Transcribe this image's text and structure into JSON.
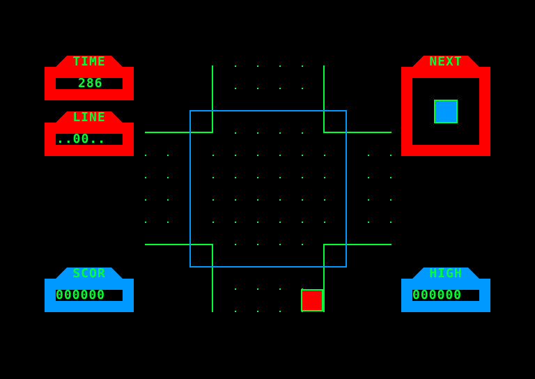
{
  "colors": {
    "background": "#000000",
    "red": "#ff0000",
    "blue": "#0099ff",
    "green": "#00ff33"
  },
  "panels": {
    "time": {
      "label": "TIME",
      "value": "286"
    },
    "line": {
      "label": "LINE",
      "value": "..00.."
    },
    "next": {
      "label": "NEXT",
      "piece_color": "blue"
    },
    "score": {
      "label": "SCOR",
      "value": "000000"
    },
    "high": {
      "label": "HIGH",
      "value": "000000"
    }
  },
  "board": {
    "active_piece_color": "red"
  }
}
